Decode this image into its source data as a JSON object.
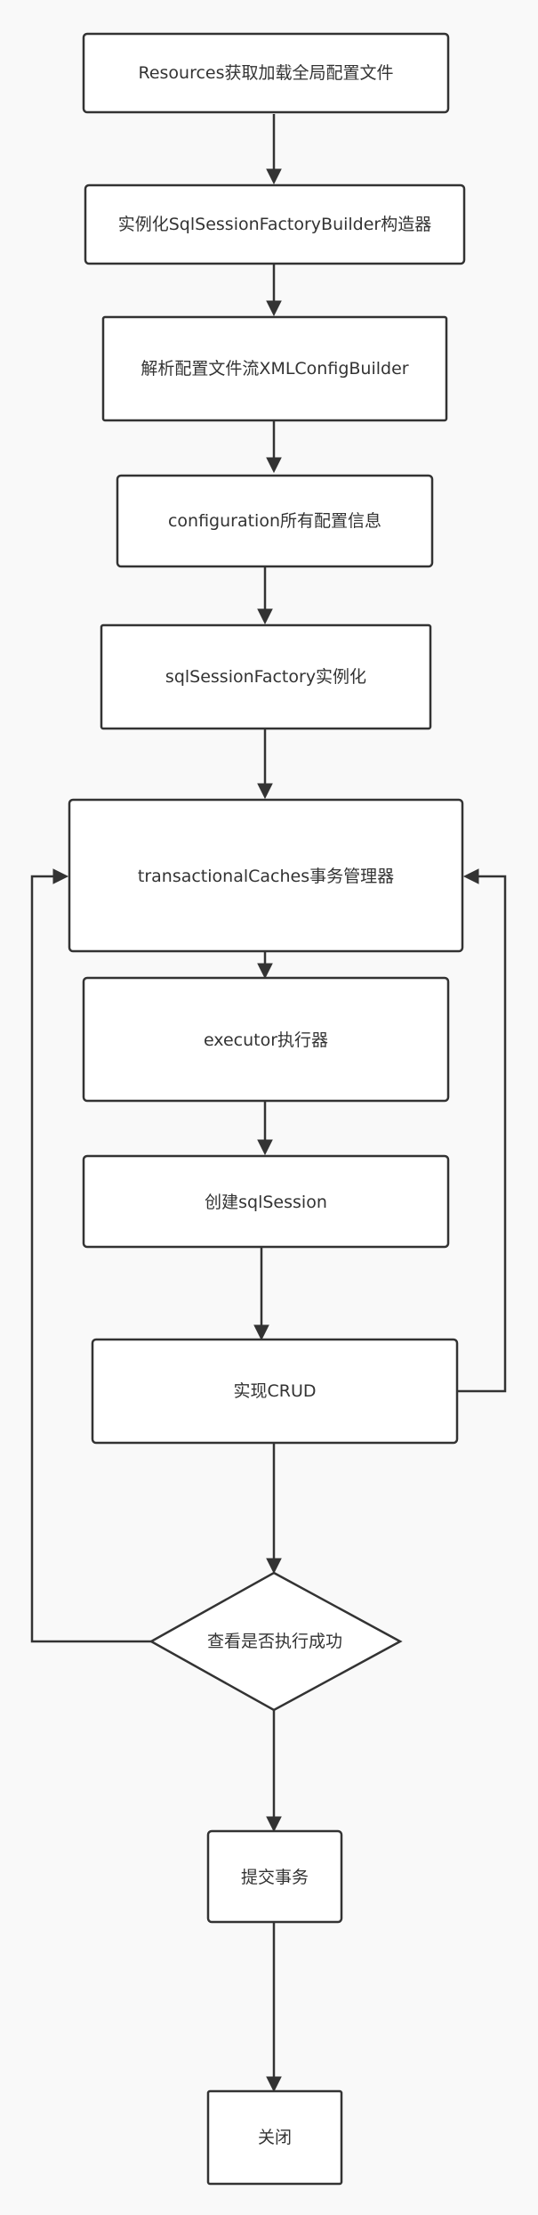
{
  "flowchart": {
    "nodes": {
      "load_config": "Resources获取加载全局配置文件",
      "instantiate_builder": "实例化SqlSessionFactoryBuilder构造器",
      "parse_config": "解析配置文件流XMLConfigBuilder",
      "configuration": "configuration所有配置信息",
      "factory_instantiate": "sqlSessionFactory实例化",
      "transaction_manager": "transactionalCaches事务管理器",
      "executor": "executor执行器",
      "create_session": "创建sqlSession",
      "crud": "实现CRUD",
      "check_success": "查看是否执行成功",
      "commit": "提交事务",
      "close": "关闭"
    }
  }
}
